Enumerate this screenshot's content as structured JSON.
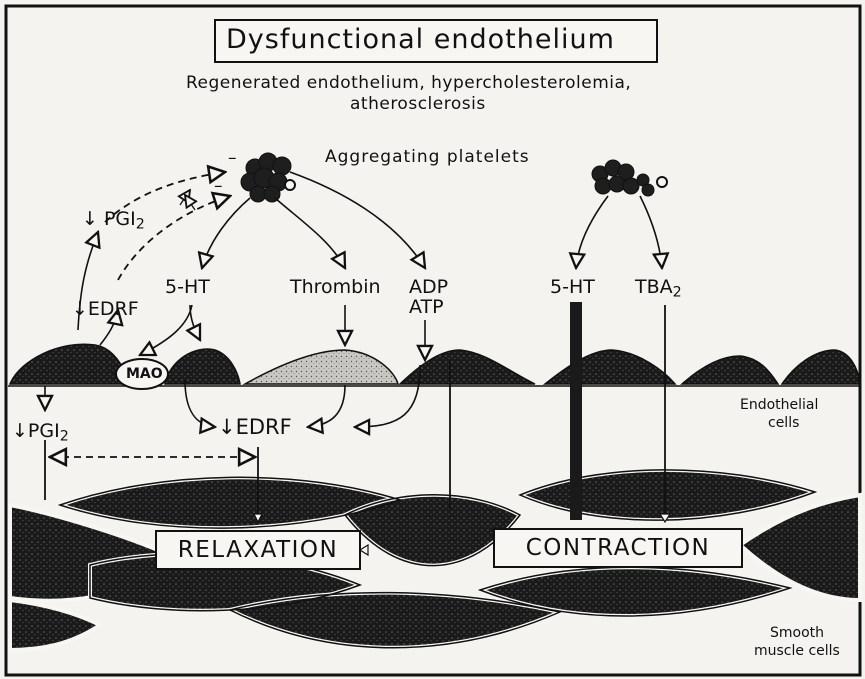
{
  "title": "Dysfunctional endothelium",
  "subtitle_line1": "Regenerated endothelium, hypercholesterolemia,",
  "subtitle_line2": "atherosclerosis",
  "labels": {
    "aggregating_platelets": "Aggregating platelets",
    "pgi2_top": "PGI",
    "edrf_left": "EDRF",
    "five_ht_left": "5-HT",
    "thrombin": "Thrombin",
    "adp": "ADP",
    "atp": "ATP",
    "five_ht_right": "5-HT",
    "tba2": "TBA",
    "mao": "MAO",
    "pgi2_bottom": "PGI",
    "edrf_center": "EDRF",
    "endothelial_line1": "Endothelial",
    "endothelial_line2": "cells",
    "relaxation": "RELAXATION",
    "contraction": "CONTRACTION",
    "smooth_line1": "Smooth",
    "smooth_line2": "muscle cells",
    "subscript_2": "2",
    "down_arrow": "↓",
    "minus_sign": "–"
  }
}
